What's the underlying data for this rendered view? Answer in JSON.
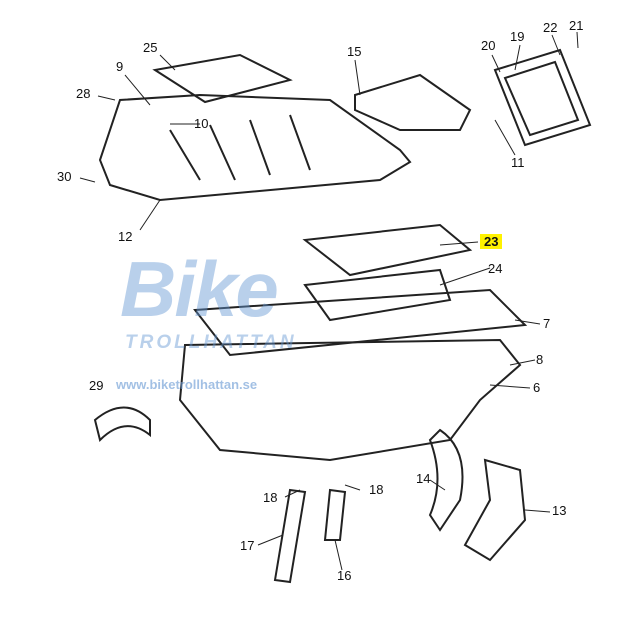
{
  "watermark": {
    "brand": "Bike",
    "subtitle": "TROLLHATTAN",
    "url": "www.biketrollhattan.se"
  },
  "highlight_color": "#fff200",
  "callouts": [
    "25",
    "15",
    "19",
    "22",
    "21",
    "20",
    "9",
    "28",
    "10",
    "11",
    "30",
    "12",
    "23",
    "24",
    "7",
    "8",
    "6",
    "29",
    "14",
    "13",
    "18",
    "18",
    "17",
    "16"
  ]
}
